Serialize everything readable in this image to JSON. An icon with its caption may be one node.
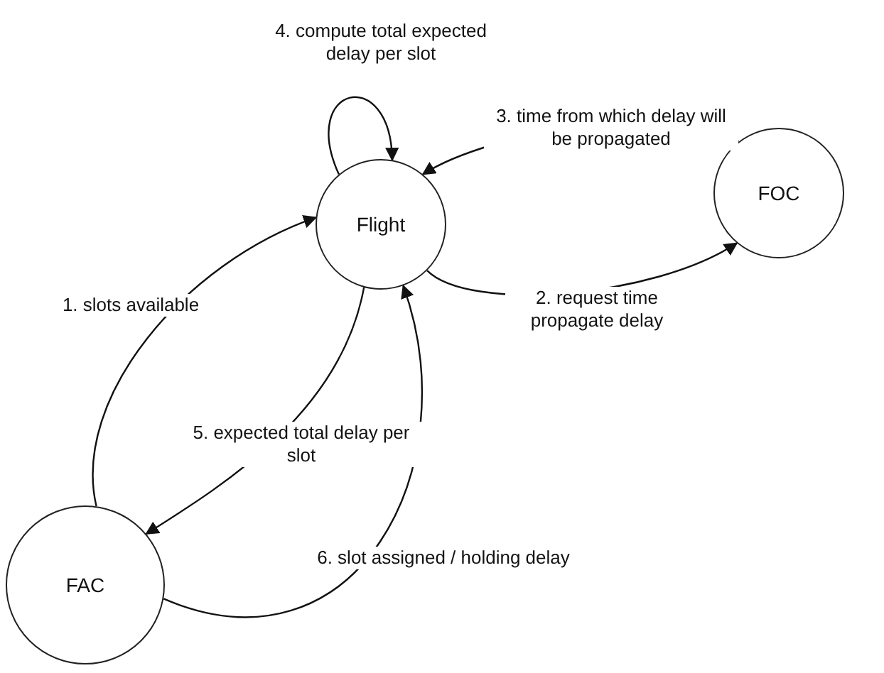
{
  "diagram": {
    "nodes": [
      {
        "text": [
          "Flight"
        ]
      },
      {
        "text": [
          "FOC"
        ]
      },
      {
        "text": [
          "FAC"
        ]
      }
    ],
    "edges": [
      {
        "from": 2,
        "to": 0,
        "arrow": "to",
        "label": "1. slots available"
      },
      {
        "from": 0,
        "to": 1,
        "arrow": "to",
        "label": "2. request time propagate delay"
      },
      {
        "from": 1,
        "to": 0,
        "arrow": "to",
        "label": "3. time from which delay will be propagated"
      },
      {
        "from": 0,
        "to": 0,
        "arrow": "to",
        "label": "4. compute total expected delay per slot"
      },
      {
        "from": 0,
        "to": 2,
        "arrow": "to",
        "label": "5. expected total delay per slot"
      },
      {
        "from": 2,
        "to": 0,
        "arrow": "to",
        "label": "6. slot assigned / holding delay"
      }
    ]
  }
}
